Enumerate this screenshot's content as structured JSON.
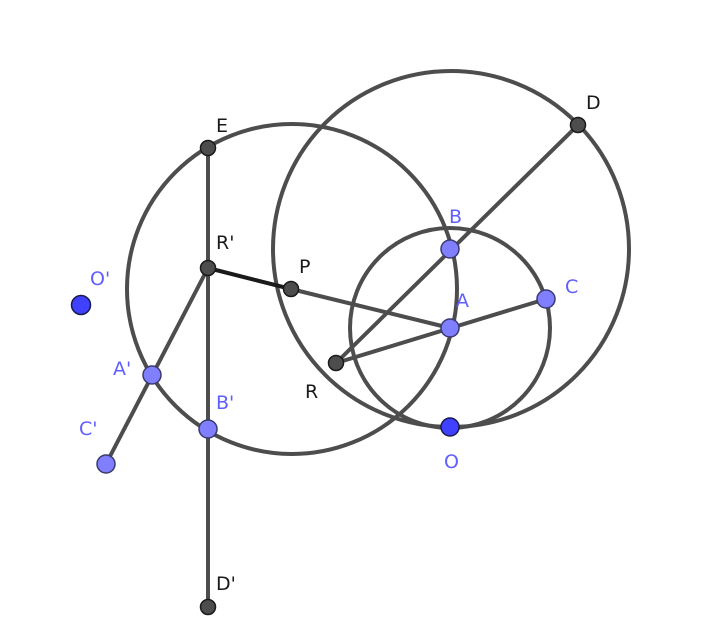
{
  "colors": {
    "stroke": "#4d4d4d",
    "free_point": "#7f7fff",
    "dependent_point": "#4d4d4d",
    "special_point": "#4040ff",
    "label_dark": "#1a1a1a",
    "label_blue": "#5f5fff"
  },
  "points": [
    {
      "id": "O",
      "label": "O"
    },
    {
      "id": "A",
      "label": "A"
    },
    {
      "id": "B",
      "label": "B"
    },
    {
      "id": "C",
      "label": "C"
    },
    {
      "id": "D",
      "label": "D"
    },
    {
      "id": "R",
      "label": "R"
    },
    {
      "id": "P",
      "label": "P"
    },
    {
      "id": "E",
      "label": "E"
    },
    {
      "id": "Rp",
      "label": "R'"
    },
    {
      "id": "Ap",
      "label": "A'"
    },
    {
      "id": "Bp",
      "label": "B'"
    },
    {
      "id": "Cp",
      "label": "C'"
    },
    {
      "id": "Dp",
      "label": "D'"
    },
    {
      "id": "Op",
      "label": "O'"
    }
  ]
}
